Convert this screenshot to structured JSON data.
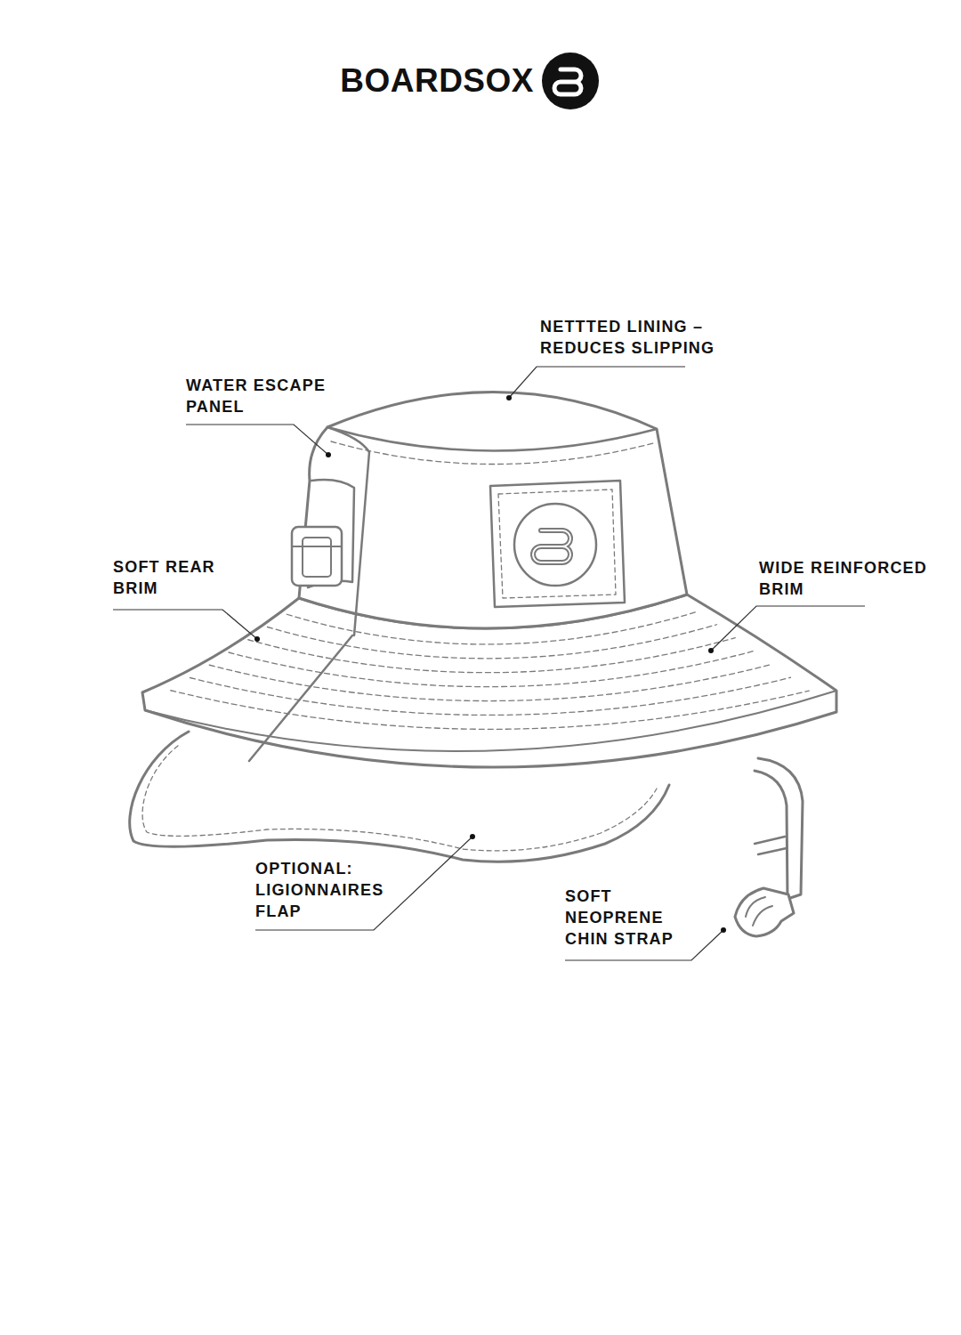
{
  "diagram": {
    "title": "BOARDSOX",
    "labels": [
      "NETTTED LINING – REDUCES SLIPPING",
      "WATER ESCAPE PANEL",
      "SOFT REAR BRIM",
      "WIDE REINFORCED BRIM",
      "OPTIONAL: LIGIONNAIRES FLAP",
      "SOFT NEOPRENE CHIN STRAP"
    ]
  }
}
